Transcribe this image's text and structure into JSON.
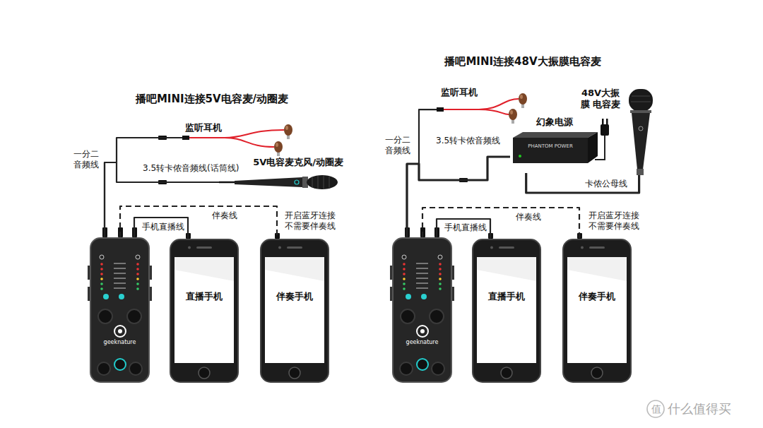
{
  "diagram": {
    "nodes": [
      {
        "text": [
          "监听耳机"
        ]
      },
      {
        "text": [
          "5V电容麦克风/动圈麦"
        ]
      },
      {
        "text": [
          "geeknature"
        ]
      },
      {
        "text": [
          "直播手机"
        ]
      },
      {
        "text": [
          "伴奏手机"
        ]
      },
      {
        "text": [
          "监听耳机"
        ]
      },
      {
        "text": [
          "幻象电源",
          "PHANTOM POWER"
        ]
      },
      {
        "text": [
          "48V大振膜 电容麦"
        ]
      },
      {
        "text": [
          "geeknature"
        ]
      },
      {
        "text": [
          "直播手机"
        ]
      },
      {
        "text": [
          "伴奏手机"
        ]
      }
    ],
    "edges": [
      {
        "from": 2,
        "to": 0,
        "arrow": "none"
      },
      {
        "from": 2,
        "to": 1,
        "label": "3.5转卡侬音频线(话筒线)",
        "arrow": "none"
      },
      {
        "from": 2,
        "to": 3,
        "label": "手机直播线",
        "arrow": "none"
      },
      {
        "from": 2,
        "to": 4,
        "label": "伴奏线",
        "arrow": "none"
      },
      {
        "from": 8,
        "to": 5,
        "arrow": "none"
      },
      {
        "from": 8,
        "to": 6,
        "label": "3.5转卡侬音频线",
        "arrow": "none"
      },
      {
        "from": 6,
        "to": 7,
        "label": "卡侬公母线",
        "arrow": "none"
      },
      {
        "from": 8,
        "to": 9,
        "label": "手机直播线",
        "arrow": "none"
      },
      {
        "from": 8,
        "to": 10,
        "label": "伴奏线",
        "arrow": "none"
      }
    ],
    "labels": [
      "播吧MINI连接5V电容麦/动圈麦",
      "一分二 音频线",
      "开启蓝牙连接 不需要伴奏线",
      "播吧MINI连接48V大振膜电容麦",
      "一分二 音频线",
      "开启蓝牙连接 不需要伴奏线",
      "值",
      "什么值得买"
    ]
  }
}
